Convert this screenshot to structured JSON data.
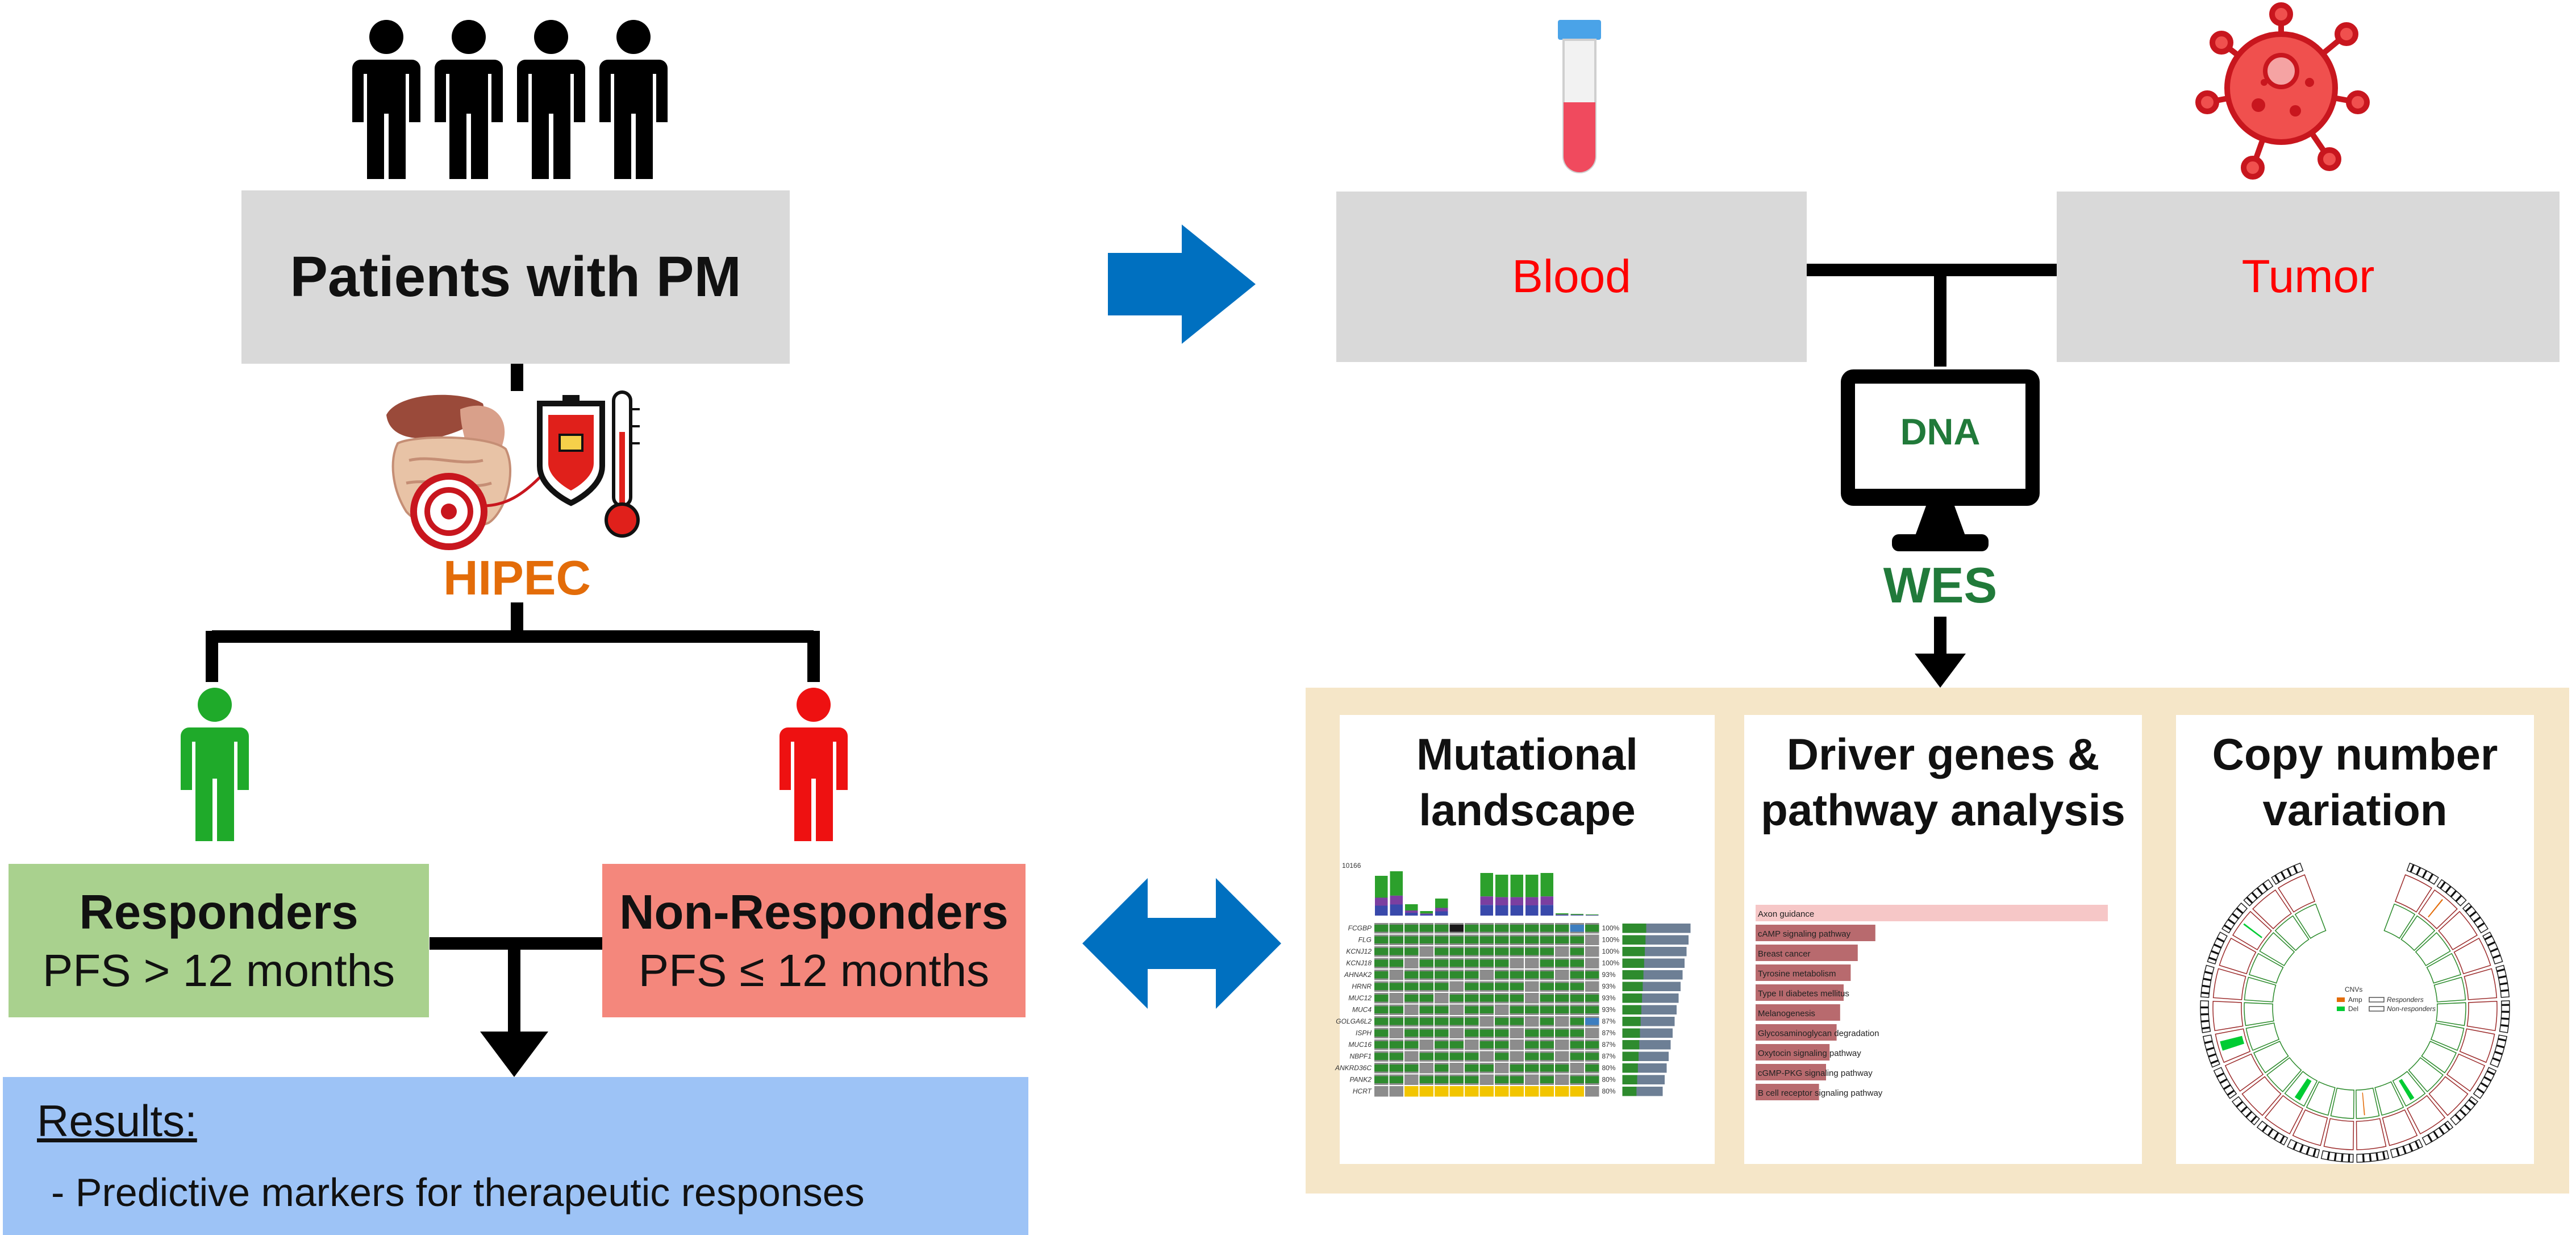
{
  "patients": {
    "label": "Patients with PM"
  },
  "hipec": {
    "label": "HIPEC"
  },
  "responders": {
    "title": "Responders",
    "subtitle": "PFS > 12 months"
  },
  "non_responders": {
    "title": "Non-Responders",
    "subtitle": "PFS ≤ 12 months"
  },
  "results": {
    "title": "Results:",
    "item": "- Predictive markers for therapeutic responses"
  },
  "samples": {
    "blood": "Blood",
    "tumor": "Tumor"
  },
  "dna": {
    "label": "DNA"
  },
  "wes": {
    "label": "WES"
  },
  "panels": {
    "mutational": {
      "title_line1": "Mutational",
      "title_line2": "landscape"
    },
    "driver": {
      "title_line1": "Driver genes &",
      "title_line2": "pathway analysis"
    },
    "cnv": {
      "title_line1": "Copy number",
      "title_line2": "variation"
    }
  },
  "oncoplot": {
    "genes": [
      "FCGBP",
      "FLG",
      "KCNJ12",
      "KCNJ18",
      "AHNAK2",
      "HRNR",
      "MUC12",
      "MUC4",
      "GOLGA6L2",
      "ISPH",
      "MUC16",
      "NBPF1",
      "ANKRD36C",
      "PANK2",
      "HCRT"
    ],
    "percents": [
      "100%",
      "100%",
      "100%",
      "100%",
      "93%",
      "93%",
      "93%",
      "93%",
      "87%",
      "87%",
      "87%",
      "87%",
      "80%",
      "80%",
      "80%"
    ],
    "y_max_label": "10166"
  },
  "pathways": {
    "items": [
      {
        "name": "Axon guidance",
        "value": 1.0
      },
      {
        "name": "cAMP signaling pathway",
        "value": 0.34
      },
      {
        "name": "Breast cancer",
        "value": 0.29
      },
      {
        "name": "Tyrosine metabolism",
        "value": 0.27
      },
      {
        "name": "Type II diabetes mellitus",
        "value": 0.25
      },
      {
        "name": "Melanogenesis",
        "value": 0.24
      },
      {
        "name": "Glycosaminoglycan degradation",
        "value": 0.23
      },
      {
        "name": "Oxytocin signaling pathway",
        "value": 0.21
      },
      {
        "name": "cGMP-PKG signaling pathway",
        "value": 0.2
      },
      {
        "name": "B cell receptor signaling pathway",
        "value": 0.18
      }
    ]
  },
  "circos": {
    "legend_title": "CNVs",
    "amp_label": "Amp",
    "del_label": "Del",
    "responders_label": "Responders",
    "non_responders_label": "Non-responders"
  },
  "colors": {
    "gray_box": "#d9d9d9",
    "hipec_orange": "#e36c09",
    "green_text": "#217a3a",
    "red_text": "#ff0000",
    "responders_fill": "#a9d18e",
    "non_responders_fill": "#f4877c",
    "results_fill": "#9dc3f6",
    "blue_arrow": "#0070c0",
    "panel_bg": "#f5e6c8",
    "amp_orange": "#e36c09",
    "del_green": "#00cc33"
  }
}
